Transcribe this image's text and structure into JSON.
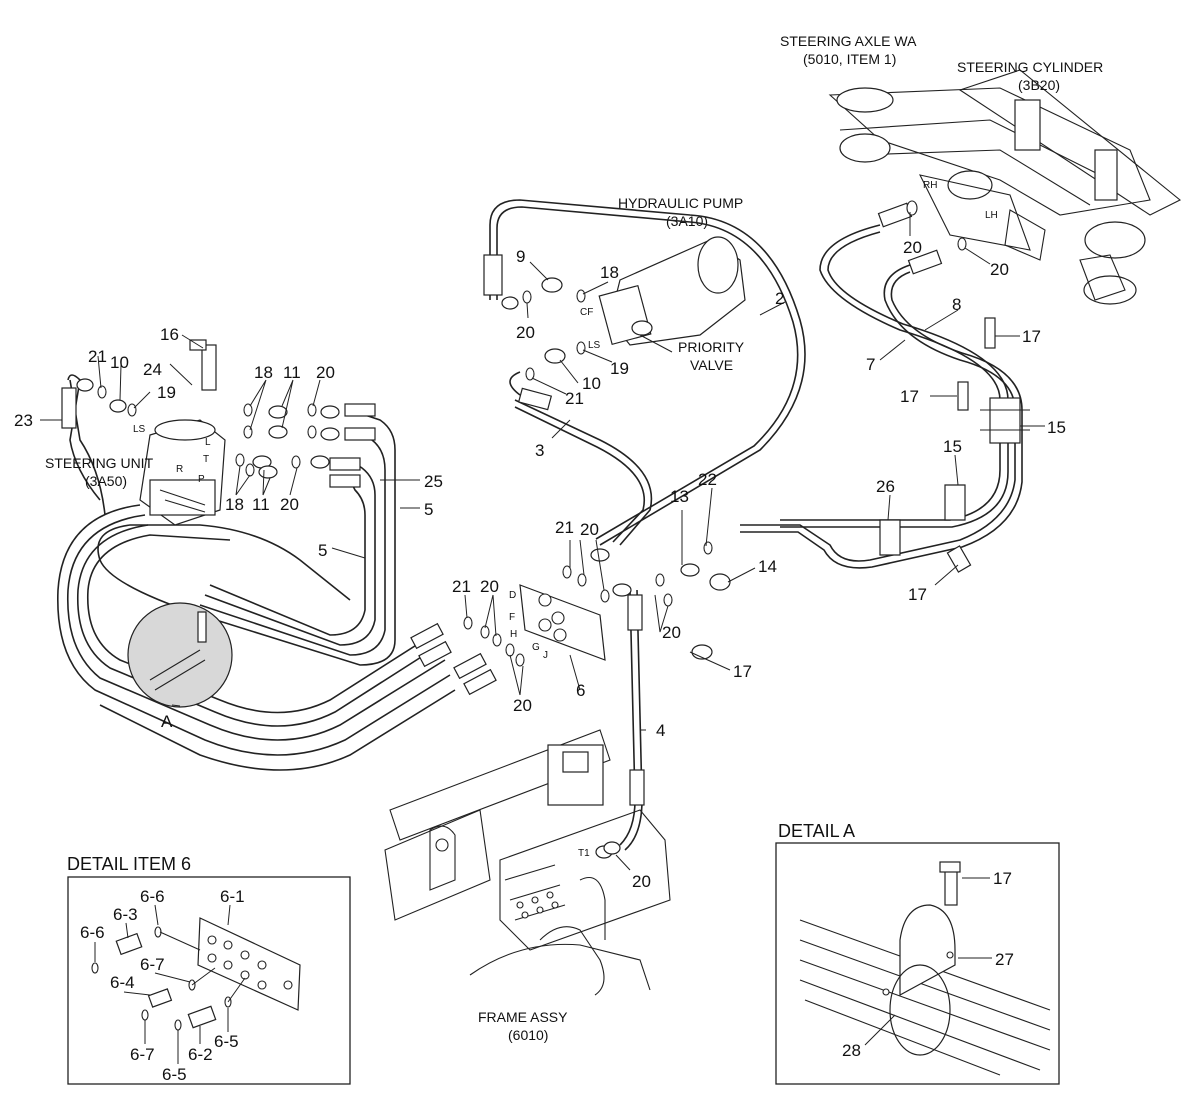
{
  "captions": {
    "steering_axle": [
      "STEERING AXLE WA",
      "(5010, ITEM 1)"
    ],
    "steering_cylinder": [
      "STEERING CYLINDER",
      "(3B20)"
    ],
    "hydraulic_pump": [
      "HYDRAULIC PUMP",
      "(3A10)"
    ],
    "priority_valve": [
      "PRIORITY",
      "VALVE"
    ],
    "steering_unit": [
      "STEERING UNIT",
      "(3A50)"
    ],
    "frame_assy": [
      "FRAME ASSY",
      "(6010)"
    ]
  },
  "port_labels": {
    "rh": "RH",
    "lh": "LH",
    "cf": "CF",
    "ls_pump": "LS",
    "ls_unit": "LS",
    "r": "R",
    "p": "P",
    "t": "T",
    "l": "L",
    "d": "D",
    "f": "F",
    "h": "H",
    "g": "G",
    "j": "J",
    "t1": "T1"
  },
  "callouts": {
    "main": [
      "20",
      "20",
      "8",
      "17",
      "7",
      "17",
      "15",
      "15",
      "26",
      "17",
      "17",
      "14",
      "22",
      "13",
      "21",
      "20",
      "2",
      "18",
      "9",
      "20",
      "19",
      "10",
      "21",
      "3",
      "16",
      "21",
      "10",
      "24",
      "19",
      "23",
      "18",
      "11",
      "20",
      "18",
      "11",
      "20",
      "25",
      "5",
      "5",
      "21",
      "20",
      "6",
      "20",
      "4",
      "20",
      "A"
    ],
    "detail_a": [
      "17",
      "27",
      "28"
    ],
    "detail_item_6": [
      "6-1",
      "6-6",
      "6-3",
      "6-6",
      "6-7",
      "6-4",
      "6-7",
      "6-5",
      "6-2",
      "6-5"
    ]
  },
  "details": {
    "detail_item_6_title": "DETAIL ITEM 6",
    "detail_a_title": "DETAIL A"
  }
}
